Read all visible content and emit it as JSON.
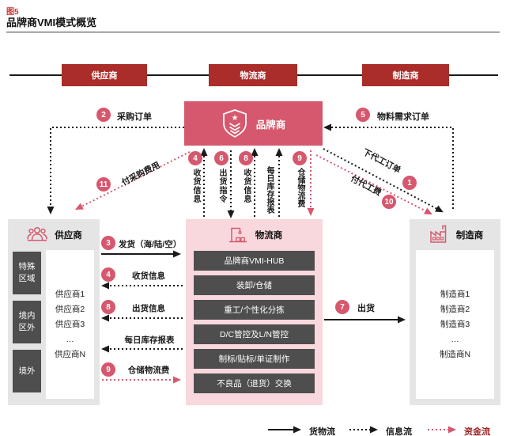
{
  "header": {
    "figure_label": "图5",
    "title": "品牌商VMI模式概览"
  },
  "top_chain": {
    "supplier": "供应商",
    "logistics": "物流商",
    "manufacturer": "制造商"
  },
  "brand": {
    "label": "品牌商"
  },
  "flows": {
    "purchase_order": {
      "num": "2",
      "label": "采购订单"
    },
    "pay_purchase_fee": {
      "num": "11",
      "label": "付采购费用"
    },
    "material_demand_order": {
      "num": "5",
      "label": "物料需求订单"
    },
    "outsourcing_order": {
      "num": "1",
      "label": "下代工订单"
    },
    "pay_outsourcing_fee": {
      "num": "10",
      "label": "付代工费"
    },
    "receiving_info_mid": {
      "num": "4",
      "label": "收货信息"
    },
    "shipping_instruction": {
      "num": "6",
      "label": "出货指令"
    },
    "receiving_info_mid2": {
      "num": "8",
      "label": "收货信息"
    },
    "daily_inventory_mid": {
      "label": "每日库存报表"
    },
    "warehouse_fee_mid": {
      "num": "9",
      "label": "仓储物流费"
    },
    "dispatch": {
      "num": "3",
      "label": "发货（海/陆/空）"
    },
    "receiving_info_left": {
      "num": "4",
      "label": "收货信息"
    },
    "shipping_info_left": {
      "num": "8",
      "label": "出货信息"
    },
    "daily_inventory_left": {
      "label": "每日库存报表"
    },
    "warehouse_fee_left": {
      "num": "9",
      "label": "仓储物流费"
    },
    "ship_out": {
      "num": "7",
      "label": "出货"
    }
  },
  "supplier_panel": {
    "title": "供应商",
    "zones": [
      "特殊区域",
      "境内区外",
      "境外"
    ],
    "list": [
      "供应商1",
      "供应商2",
      "供应商3",
      "…",
      "供应商N"
    ]
  },
  "logistics_panel": {
    "title": "物流商",
    "services": [
      "品牌商VMI-HUB",
      "装卸/仓储",
      "重工/个性化分拣",
      "D/C管控及L/N管控",
      "制标/贴标/单证制作",
      "不良品（退货）交换"
    ]
  },
  "manufacturer_panel": {
    "title": "制造商",
    "list": [
      "制造商1",
      "制造商2",
      "制造商3",
      "…",
      "制造商N"
    ]
  },
  "legend": {
    "goods": "货物流",
    "info": "信息流",
    "capital": "资金流"
  },
  "colors": {
    "brand_rose": "#d6586e",
    "dark_red": "#aa2d2a",
    "pink_bg": "#f9d8dd",
    "gray_bg": "#e5e5e5",
    "dark_item_box": "#4e4e4e",
    "figure_label_red": "#c9342e",
    "capital_text": "#9b2424",
    "ink": "#1a1a1a"
  }
}
